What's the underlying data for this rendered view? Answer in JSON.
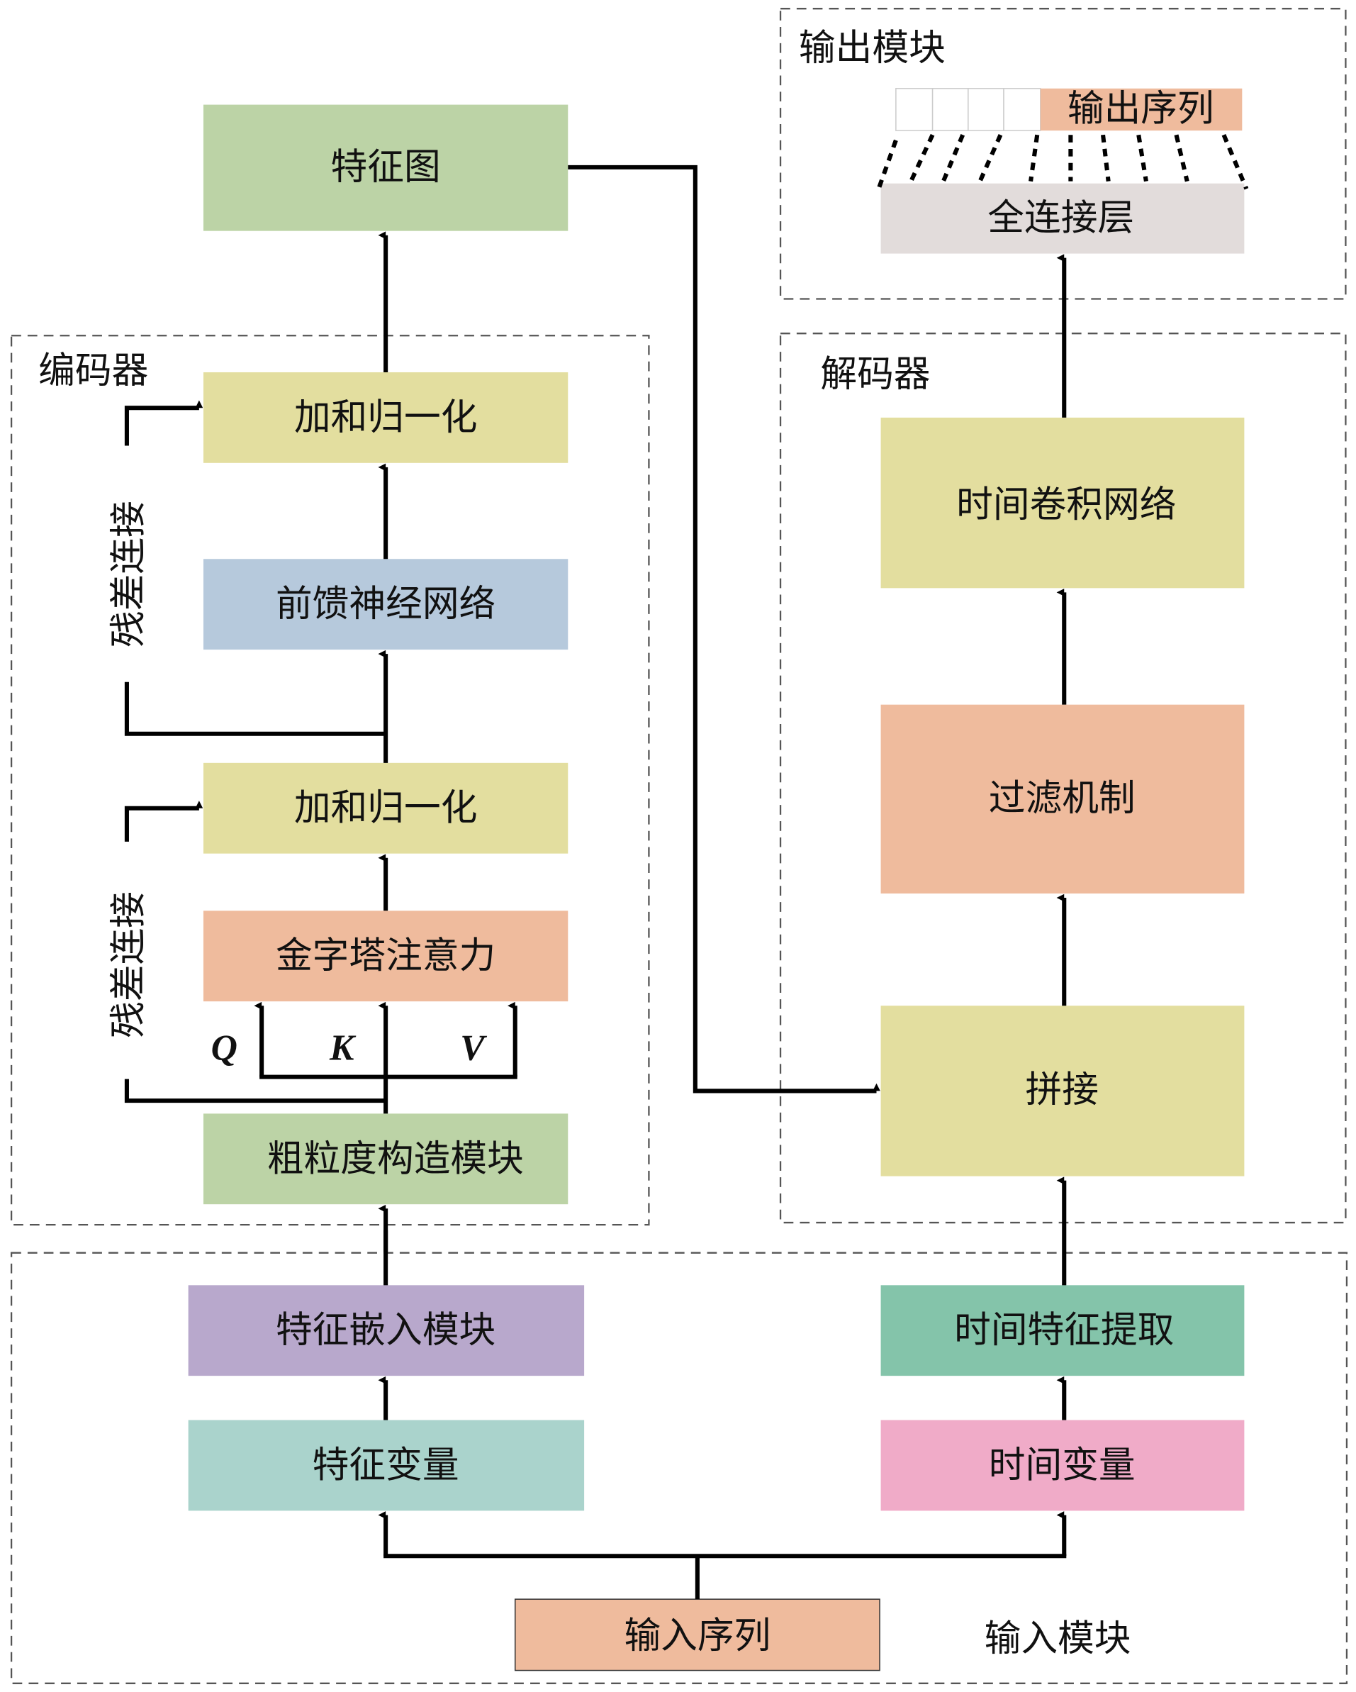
{
  "modules": {
    "output": "输出模块",
    "encoder": "编码器",
    "decoder": "解码器",
    "input": "输入模块"
  },
  "boxes": {
    "feature_map": {
      "label": "特征图",
      "color": "#bcd3a6"
    },
    "add_norm_top": {
      "label": "加和归一化",
      "color": "#e3de9f"
    },
    "ffn": {
      "label": "前馈神经网络",
      "color": "#b6c9dc"
    },
    "add_norm_bottom": {
      "label": "加和归一化",
      "color": "#e3de9f"
    },
    "pyramid_attention": {
      "label": "金字塔注意力",
      "color": "#efbb9d"
    },
    "coarse_module": {
      "label": "粗粒度构造模块",
      "color": "#bcd3a6"
    },
    "feature_embedding": {
      "label": "特征嵌入模块",
      "color": "#b8a8cc"
    },
    "feature_variables": {
      "label": "特征变量",
      "color": "#aad3cc"
    },
    "input_sequence": {
      "label": "输入序列",
      "color": "#efbb9d"
    },
    "time_variables": {
      "label": "时间变量",
      "color": "#f0abc8"
    },
    "time_feature_extraction": {
      "label": "时间特征提取",
      "color": "#84c4aa"
    },
    "concat": {
      "label": "拼接",
      "color": "#e3de9f"
    },
    "filter": {
      "label": "过滤机制",
      "color": "#efbb9d"
    },
    "tcn": {
      "label": "时间卷积网络",
      "color": "#e3de9f"
    },
    "fc_layer": {
      "label": "全连接层",
      "color": "#e2dcdb"
    },
    "output_sequence": {
      "label": "输出序列",
      "color": "#efbb9d"
    }
  },
  "residual_labels": [
    "残差连接",
    "残差连接"
  ],
  "qkv": [
    "Q",
    "K",
    "V"
  ]
}
